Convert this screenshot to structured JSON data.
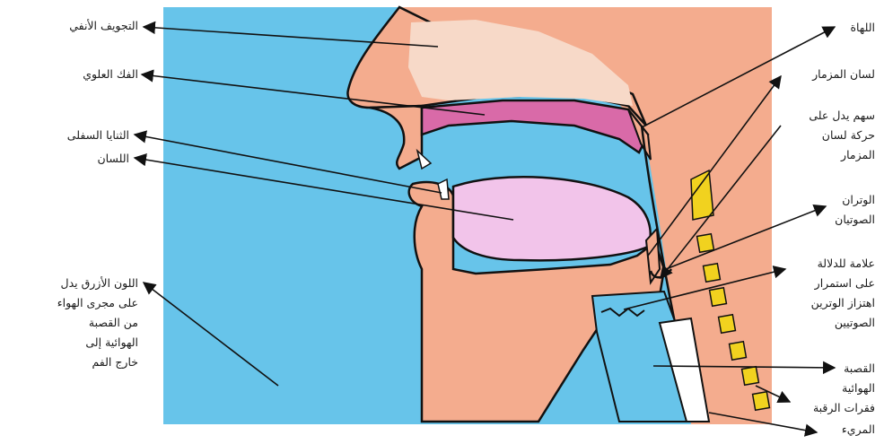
{
  "colors": {
    "air": "#67c4ea",
    "tissue": "#f4ac8e",
    "bone_light": "#f7d9c8",
    "palate": "#d96aa8",
    "tongue": "#f2c4ea",
    "vertebra": "#f1d21f",
    "outline": "#111111"
  },
  "labels": {
    "nasal_cavity": "التجويف الأنفي",
    "upper_jaw": "الفك العلوي",
    "lower_incisors": "الثنايا السفلى",
    "tongue": "اللسان",
    "blue_note": [
      "اللون الأزرق يدل",
      "على مجرى الهواء",
      "من القصبة",
      "الهوائية إلى",
      "خارج الفم"
    ],
    "uvula": "اللهاة",
    "epiglottis": "لسان المزمار",
    "epiglottis_arrow": [
      "سهم يدل على",
      "حركة لسان",
      "المزمار"
    ],
    "vocal_cords": [
      "الوتران",
      "الصوتيان"
    ],
    "vibration_mark": [
      "علامة للدلالة",
      "على استمرار",
      "اهتزاز الوترين",
      "الصوتيين"
    ],
    "trachea": [
      "القصبة",
      "الهوائية"
    ],
    "neck_vertebrae": "فقرات الرقبة",
    "esophagus": "المريء"
  }
}
